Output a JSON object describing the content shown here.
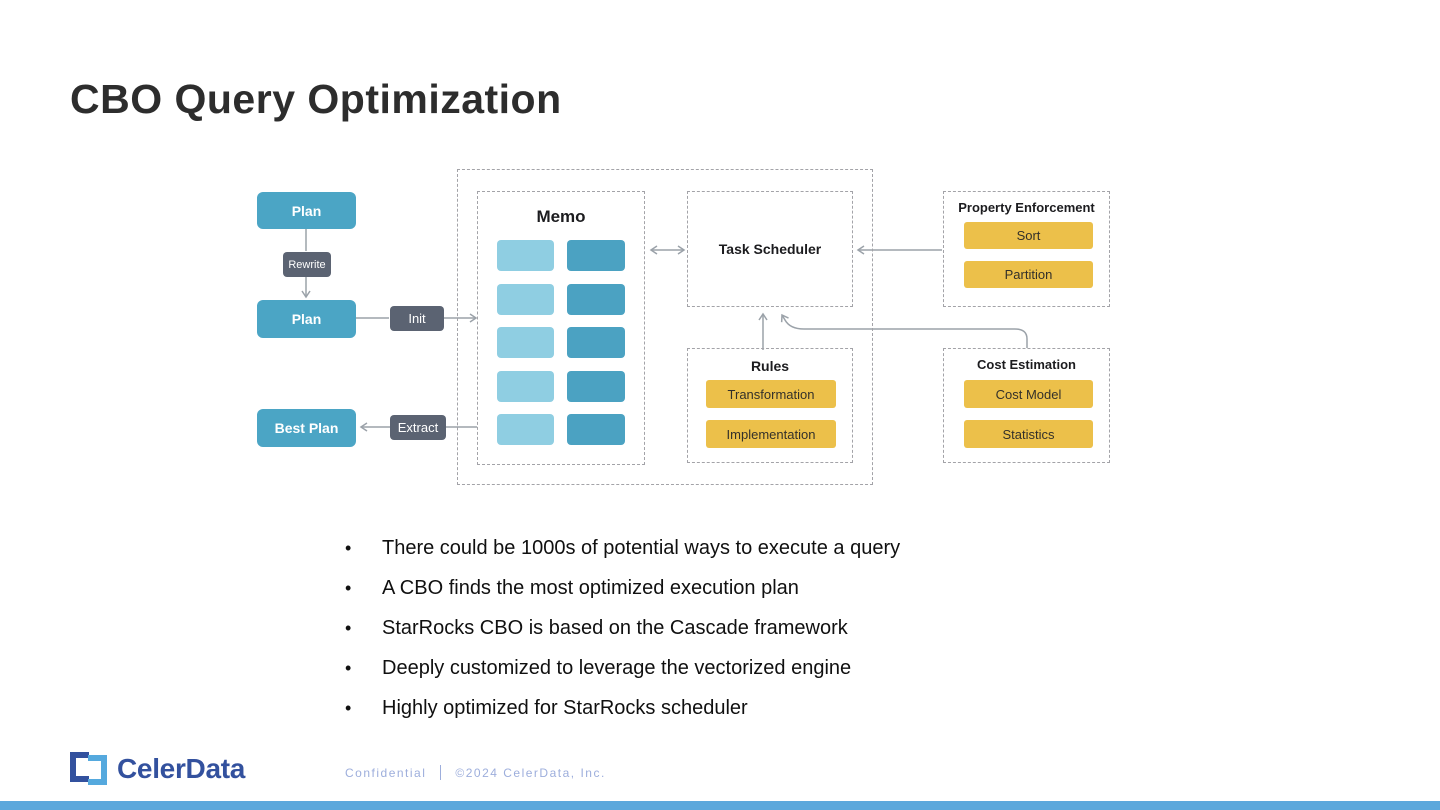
{
  "slide": {
    "title": "CBO Query Optimization"
  },
  "diagram": {
    "plan_top": "Plan",
    "rewrite": "Rewrite",
    "plan_mid": "Plan",
    "init": "Init",
    "best_plan": "Best Plan",
    "extract": "Extract",
    "memo_title": "Memo",
    "task_scheduler": "Task Scheduler",
    "rules": {
      "title": "Rules",
      "items": [
        "Transformation",
        "Implementation"
      ]
    },
    "property_enforcement": {
      "title": "Property Enforcement",
      "items": [
        "Sort",
        "Partition"
      ]
    },
    "cost_estimation": {
      "title": "Cost Estimation",
      "items": [
        "Cost Model",
        "Statistics"
      ]
    }
  },
  "bullets": [
    "There could be 1000s of potential ways to execute a query",
    "A CBO finds the most optimized execution plan",
    "StarRocks CBO is based on the Cascade framework",
    "Deeply customized to leverage the vectorized engine",
    "Highly optimized for StarRocks scheduler"
  ],
  "footer": {
    "brand": "CelerData",
    "confidential": "Confidential",
    "copyright": "©2024 CelerData, Inc."
  },
  "colors": {
    "title_ink": "#2d2d2d",
    "accent_blue": "#4BA5C5",
    "memo_light": "#8FCEE2",
    "memo_dark": "#4BA2C2",
    "slate": "#5B6372",
    "chip_yellow": "#ECC04A",
    "chip_ink": "#33302a",
    "line_gray": "#9BA2A9",
    "dash_gray": "#a3a3a8",
    "panel_ink": "#1c1c1f",
    "brand_navy": "#33519E",
    "brand_light_blue": "#55A9DE",
    "legal_blue": "#9DAEDC",
    "bottom_bar": "#5CA8DC"
  }
}
